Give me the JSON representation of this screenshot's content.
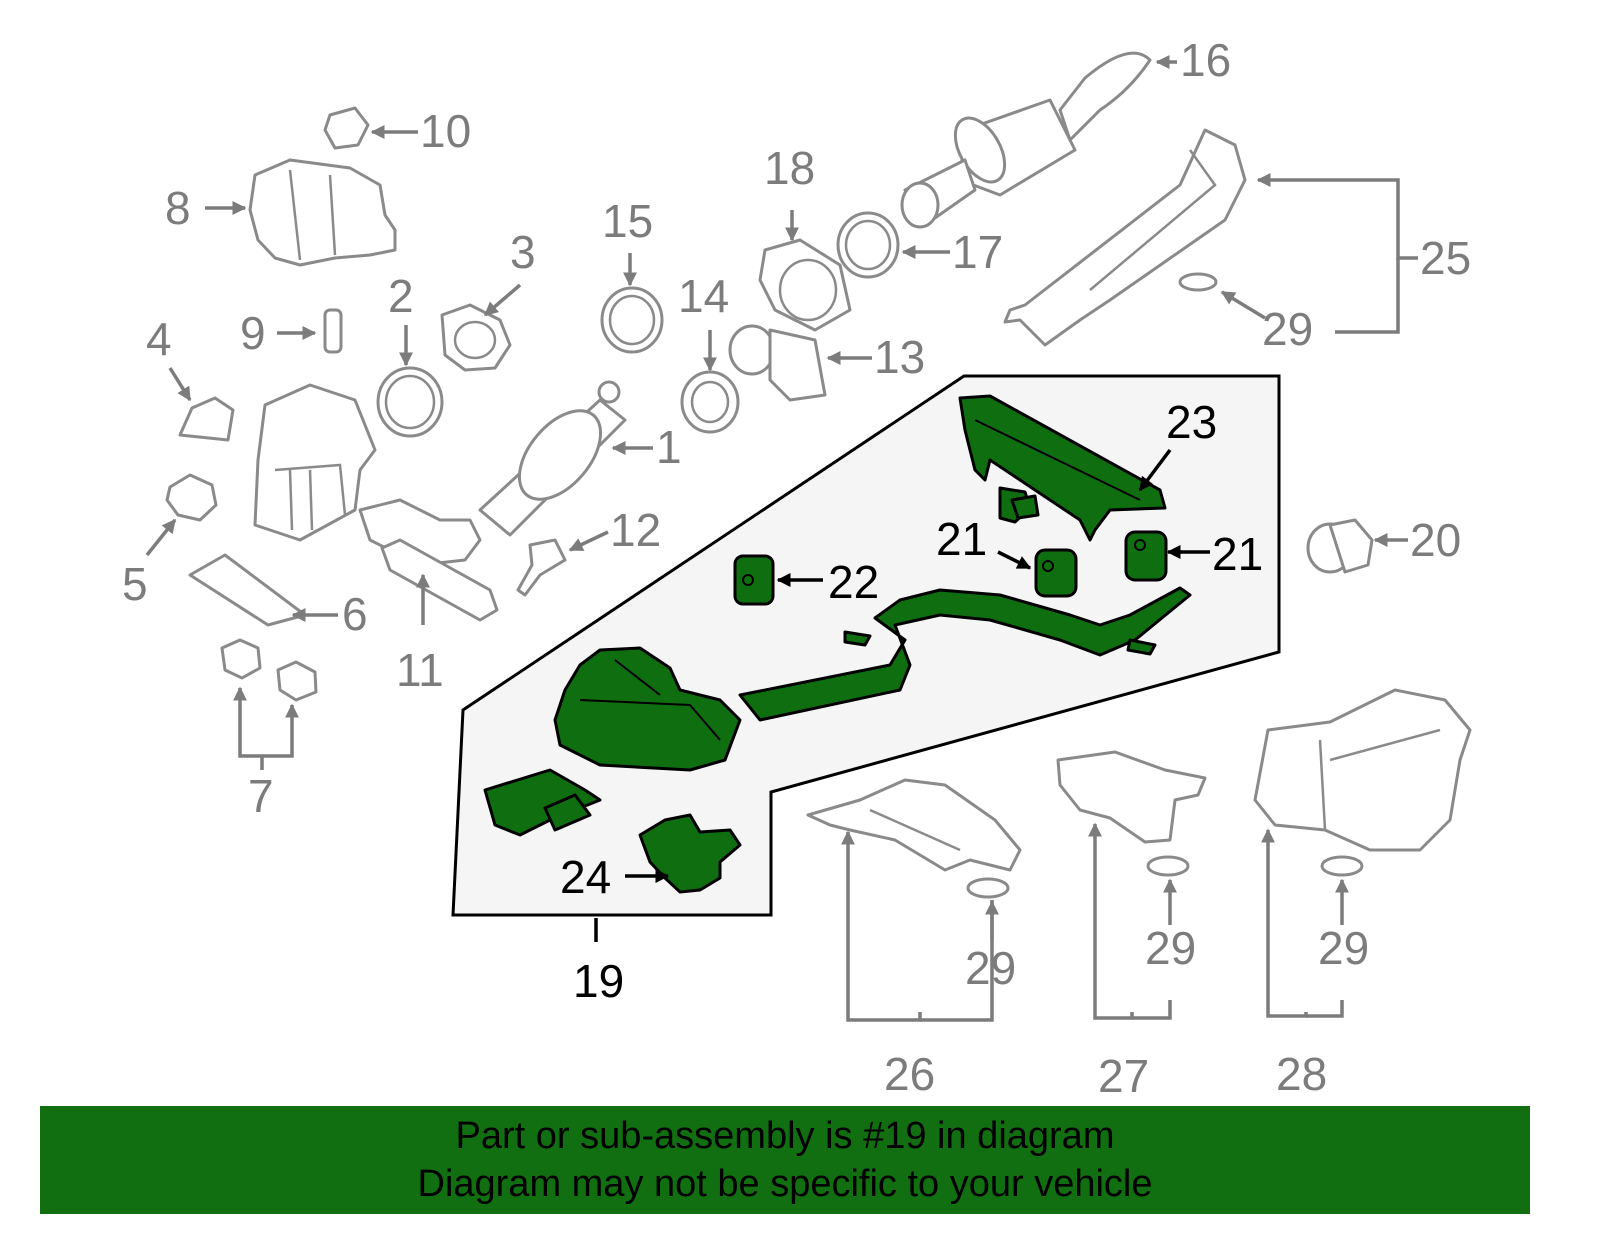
{
  "colors": {
    "highlight_fill": "#0f6f10",
    "part_outline": "#8a8a8a",
    "banner_background": "#116f11",
    "callout_panel": "#f5f5f5"
  },
  "callouts": {
    "c1": "1",
    "c2": "2",
    "c3": "3",
    "c4": "4",
    "c5": "5",
    "c6": "6",
    "c7": "7",
    "c8": "8",
    "c9": "9",
    "c10": "10",
    "c11": "11",
    "c12": "12",
    "c13": "13",
    "c14": "14",
    "c15": "15",
    "c16": "16",
    "c17": "17",
    "c18": "18",
    "c19": "19",
    "c20": "20",
    "c21a": "21",
    "c21b": "21",
    "c22": "22",
    "c23": "23",
    "c24": "24",
    "c25": "25",
    "c26": "26",
    "c27": "27",
    "c28": "28",
    "c29a": "29",
    "c29b": "29",
    "c29c": "29",
    "c29d": "29"
  },
  "highlighted_assembly": "19",
  "banner": {
    "line1": "Part or sub-assembly is #19 in diagram",
    "line2": "Diagram may not be specific to your vehicle"
  }
}
